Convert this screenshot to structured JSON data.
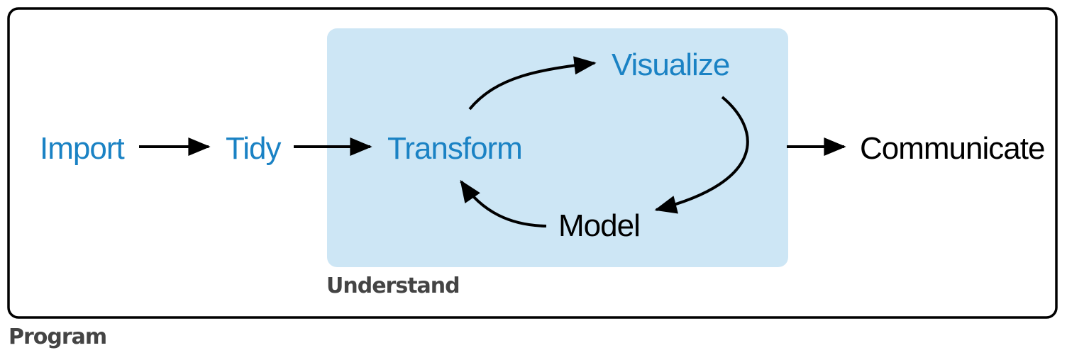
{
  "nodes": {
    "import": "Import",
    "tidy": "Tidy",
    "transform": "Transform",
    "visualize": "Visualize",
    "model": "Model",
    "communicate": "Communicate"
  },
  "groups": {
    "understand": "Understand",
    "program": "Program"
  },
  "colors": {
    "accent_text": "#1a82c4",
    "understand_fill": "#cde6f5",
    "frame_stroke": "#000000",
    "caption_text": "#444444"
  }
}
